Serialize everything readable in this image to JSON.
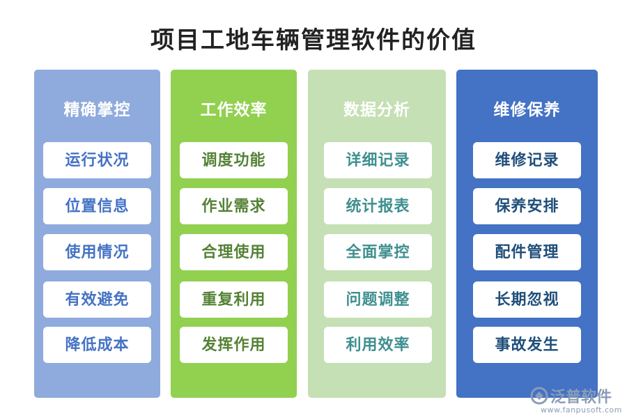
{
  "title": "项目工地车辆管理软件的价值",
  "columns": [
    {
      "header": "精确掌控",
      "bg": "#8faadc",
      "text_color": "#4472c4",
      "items": [
        "运行状况",
        "位置信息",
        "使用情况",
        "有效避免",
        "降低成本"
      ]
    },
    {
      "header": "工作效率",
      "bg": "#92d050",
      "text_color": "#548235",
      "items": [
        "调度功能",
        "作业需求",
        "合理使用",
        "重复利用",
        "发挥作用"
      ]
    },
    {
      "header": "数据分析",
      "bg": "#c5e0b4",
      "text_color": "#3f8f8f",
      "items": [
        "详细记录",
        "统计报表",
        "全面掌控",
        "问题调整",
        "利用效率"
      ]
    },
    {
      "header": "维修保养",
      "bg": "#4472c4",
      "text_color": "#1f4e79",
      "items": [
        "维修记录",
        "保养安排",
        "配件管理",
        "长期忽视",
        "事故发生"
      ]
    }
  ],
  "watermark": {
    "name": "泛普软件",
    "url": "www.fanpusoft.com",
    "icon": "fanpu-logo-icon",
    "color": "#8a9cb8"
  }
}
